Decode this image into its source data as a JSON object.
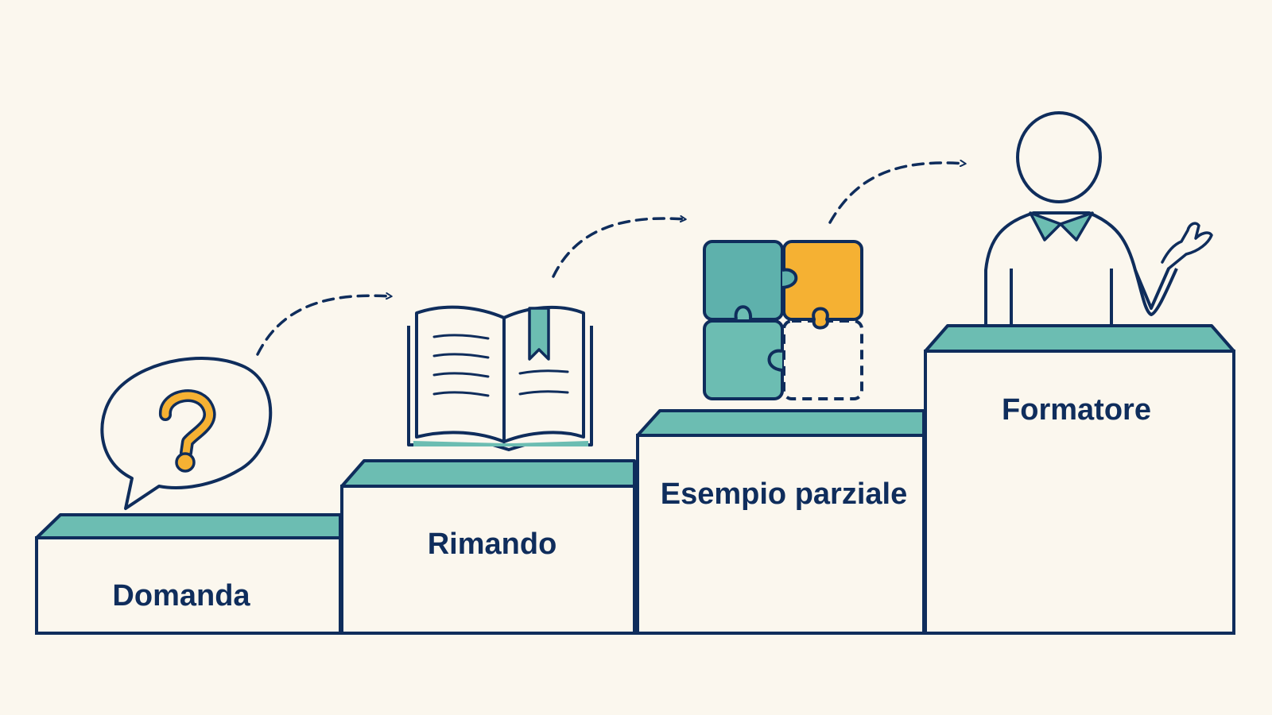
{
  "colors": {
    "background": "#fbf7ee",
    "outline": "#0f2d5c",
    "teal": "#6cbdb2",
    "teal_dark": "#5eb1ac",
    "amber": "#f5b133"
  },
  "steps": [
    {
      "label": "Domanda",
      "icon": "speech-bubble-question-icon"
    },
    {
      "label": "Rimando",
      "icon": "open-book-icon"
    },
    {
      "label": "Esempio parziale",
      "icon": "puzzle-icon"
    },
    {
      "label": "Formatore",
      "icon": "person-trainer-icon"
    }
  ]
}
